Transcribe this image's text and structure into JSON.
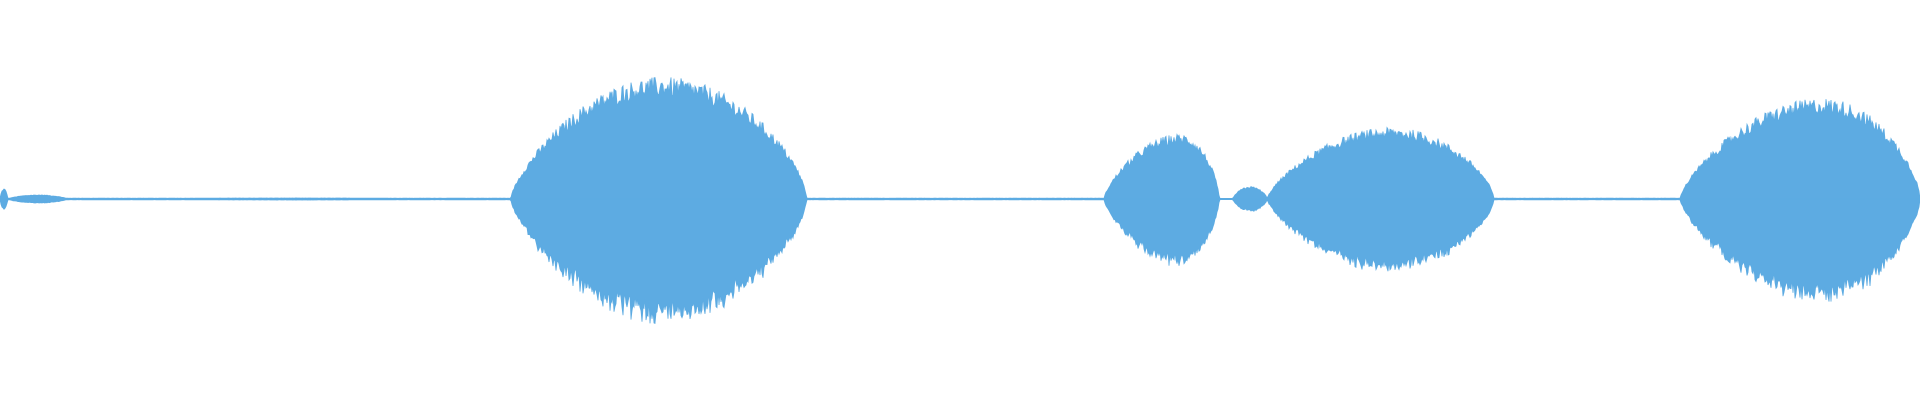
{
  "waveform": {
    "color": "#5dabe2",
    "background": "#ffffff",
    "segments": [
      {
        "start": 0.0,
        "end": 0.004,
        "amplitude": 0.05
      },
      {
        "start": 0.004,
        "end": 0.035,
        "amplitude": 0.02
      },
      {
        "start": 0.035,
        "end": 0.266,
        "amplitude": 0.005
      },
      {
        "start": 0.266,
        "end": 0.42,
        "amplitude": 0.58,
        "peak": 0.345
      },
      {
        "start": 0.42,
        "end": 0.575,
        "amplitude": 0.004
      },
      {
        "start": 0.575,
        "end": 0.635,
        "amplitude": 0.31,
        "peak": 0.615
      },
      {
        "start": 0.642,
        "end": 0.66,
        "amplitude": 0.06
      },
      {
        "start": 0.66,
        "end": 0.778,
        "amplitude": 0.34,
        "peak": 0.725
      },
      {
        "start": 0.778,
        "end": 0.875,
        "amplitude": 0.004
      },
      {
        "start": 0.875,
        "end": 1.0,
        "amplitude": 0.48,
        "peak": 0.95
      }
    ]
  }
}
